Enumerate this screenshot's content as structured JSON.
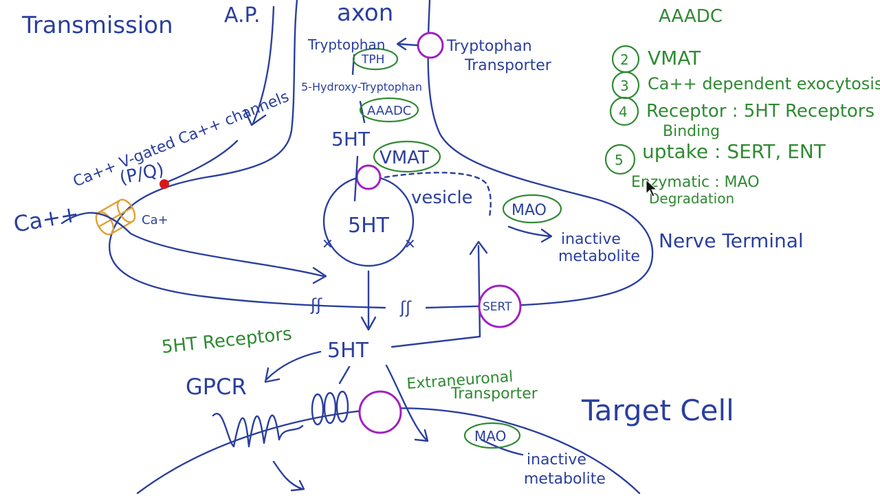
{
  "colors": {
    "ink_blue": "#2a3f9e",
    "ink_green": "#2f8a32",
    "magenta": "#a020c0",
    "orange": "#e0a030",
    "red_dot": "#d81818"
  },
  "labels": {
    "transmission": "Transmission",
    "action_potential": "A.P.",
    "axon": "axon",
    "ca_channels_line1": "Ca++ V-gated Ca++ channels",
    "ca_channels_line2": "(P/Q)",
    "ca_ion": "Ca++",
    "ca_inside": "Ca+",
    "tryptophan": "Tryptophan",
    "tph": "TPH",
    "hydroxy_tryptophan": "5-Hydroxy-Tryptophan",
    "aaadc": "AAADC",
    "aaadc_top": "AAADC",
    "five_ht_top": "5HT",
    "vmat": "VMAT",
    "vesicle": "vesicle",
    "vesicle_5ht": "5HT",
    "tryptophan_transporter_line1": "Tryptophan",
    "tryptophan_transporter_line2": "Transporter",
    "mao_upper": "MAO",
    "inactive_metabolite_upper_line1": "inactive",
    "inactive_metabolite_upper_line2": "metabolite",
    "nerve_terminal": "Nerve Terminal",
    "sert": "SERT",
    "cleft_5ht": "5HT",
    "receptors_5ht": "5HT Receptors",
    "gpcr": "GPCR",
    "extraneuronal_line1": "Extraneuronal",
    "extraneuronal_line2": "Transporter",
    "mao_lower": "MAO",
    "inactive_metabolite_lower_line1": "inactive",
    "inactive_metabolite_lower_line2": "metabolite",
    "target_cell": "Target Cell"
  },
  "steps": [
    {
      "num": "2",
      "text": "VMAT"
    },
    {
      "num": "3",
      "text": "Ca++ dependent exocytosis"
    },
    {
      "num": "4",
      "text": "Receptor : 5HT Receptors",
      "text2": "Binding"
    },
    {
      "num": "5",
      "text": "uptake : SERT, ENT",
      "text2": "Enzymatic : MAO",
      "text3": "Degradation"
    }
  ]
}
